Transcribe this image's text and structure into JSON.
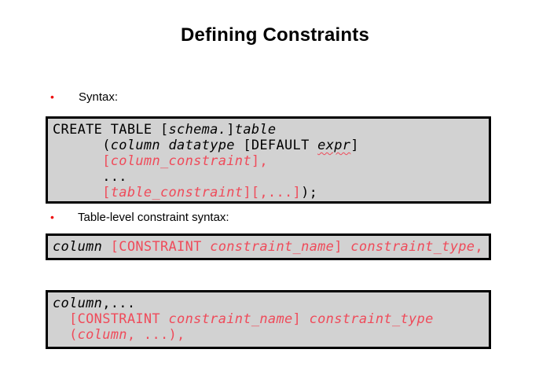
{
  "slide": {
    "title": "Defining Constraints",
    "bullets": [
      {
        "label": "Syntax:"
      },
      {
        "label": "Table-level constraint syntax:"
      }
    ],
    "colors": {
      "code_red": "#ef4b5a",
      "bullet_red": "#ee1010",
      "box_bg": "#d2d2d2",
      "box_border": "#000000"
    }
  },
  "code_boxes": [
    {
      "name": "create-table-syntax",
      "lines": [
        {
          "segments": [
            {
              "t": "CREATE TABLE ["
            },
            {
              "t": "schema.",
              "i": true
            },
            {
              "t": "]"
            },
            {
              "t": "table",
              "i": true
            }
          ]
        },
        {
          "segments": [
            {
              "t": "      ("
            },
            {
              "t": "column",
              "i": true
            },
            {
              "t": " "
            },
            {
              "t": "datatype",
              "i": true
            },
            {
              "t": " [DEFAULT "
            },
            {
              "t": "expr",
              "i": true,
              "u": true
            },
            {
              "t": "]"
            }
          ]
        },
        {
          "segments": [
            {
              "t": "      "
            },
            {
              "t": "[",
              "c": "red"
            },
            {
              "t": "column_constraint",
              "c": "red",
              "i": true
            },
            {
              "t": "],",
              "c": "red"
            }
          ]
        },
        {
          "segments": [
            {
              "t": "      ..."
            }
          ]
        },
        {
          "segments": [
            {
              "t": "      "
            },
            {
              "t": "[",
              "c": "red"
            },
            {
              "t": "table_constraint",
              "c": "red",
              "i": true
            },
            {
              "t": "][,...]",
              "c": "red"
            },
            {
              "t": ");"
            }
          ]
        }
      ]
    },
    {
      "name": "column-constraint-syntax",
      "lines": [
        {
          "segments": [
            {
              "t": "column",
              "i": true
            },
            {
              "t": " "
            },
            {
              "t": "[CONSTRAINT ",
              "c": "red"
            },
            {
              "t": "constraint_name",
              "c": "red",
              "i": true
            },
            {
              "t": "] ",
              "c": "red"
            },
            {
              "t": "constraint_type",
              "c": "red",
              "i": true
            },
            {
              "t": ",",
              "c": "red"
            }
          ]
        }
      ]
    },
    {
      "name": "table-constraint-syntax",
      "lines": [
        {
          "segments": [
            {
              "t": "column",
              "i": true
            },
            {
              "t": ",..."
            }
          ]
        },
        {
          "segments": [
            {
              "t": "  "
            },
            {
              "t": "[CONSTRAINT ",
              "c": "red"
            },
            {
              "t": "constraint_name",
              "c": "red",
              "i": true
            },
            {
              "t": "] ",
              "c": "red"
            },
            {
              "t": "constraint_type",
              "c": "red",
              "i": true
            }
          ]
        },
        {
          "segments": [
            {
              "t": "  "
            },
            {
              "t": "(",
              "c": "red"
            },
            {
              "t": "column",
              "c": "red",
              "i": true
            },
            {
              "t": ", ...),",
              "c": "red"
            }
          ]
        }
      ]
    }
  ]
}
